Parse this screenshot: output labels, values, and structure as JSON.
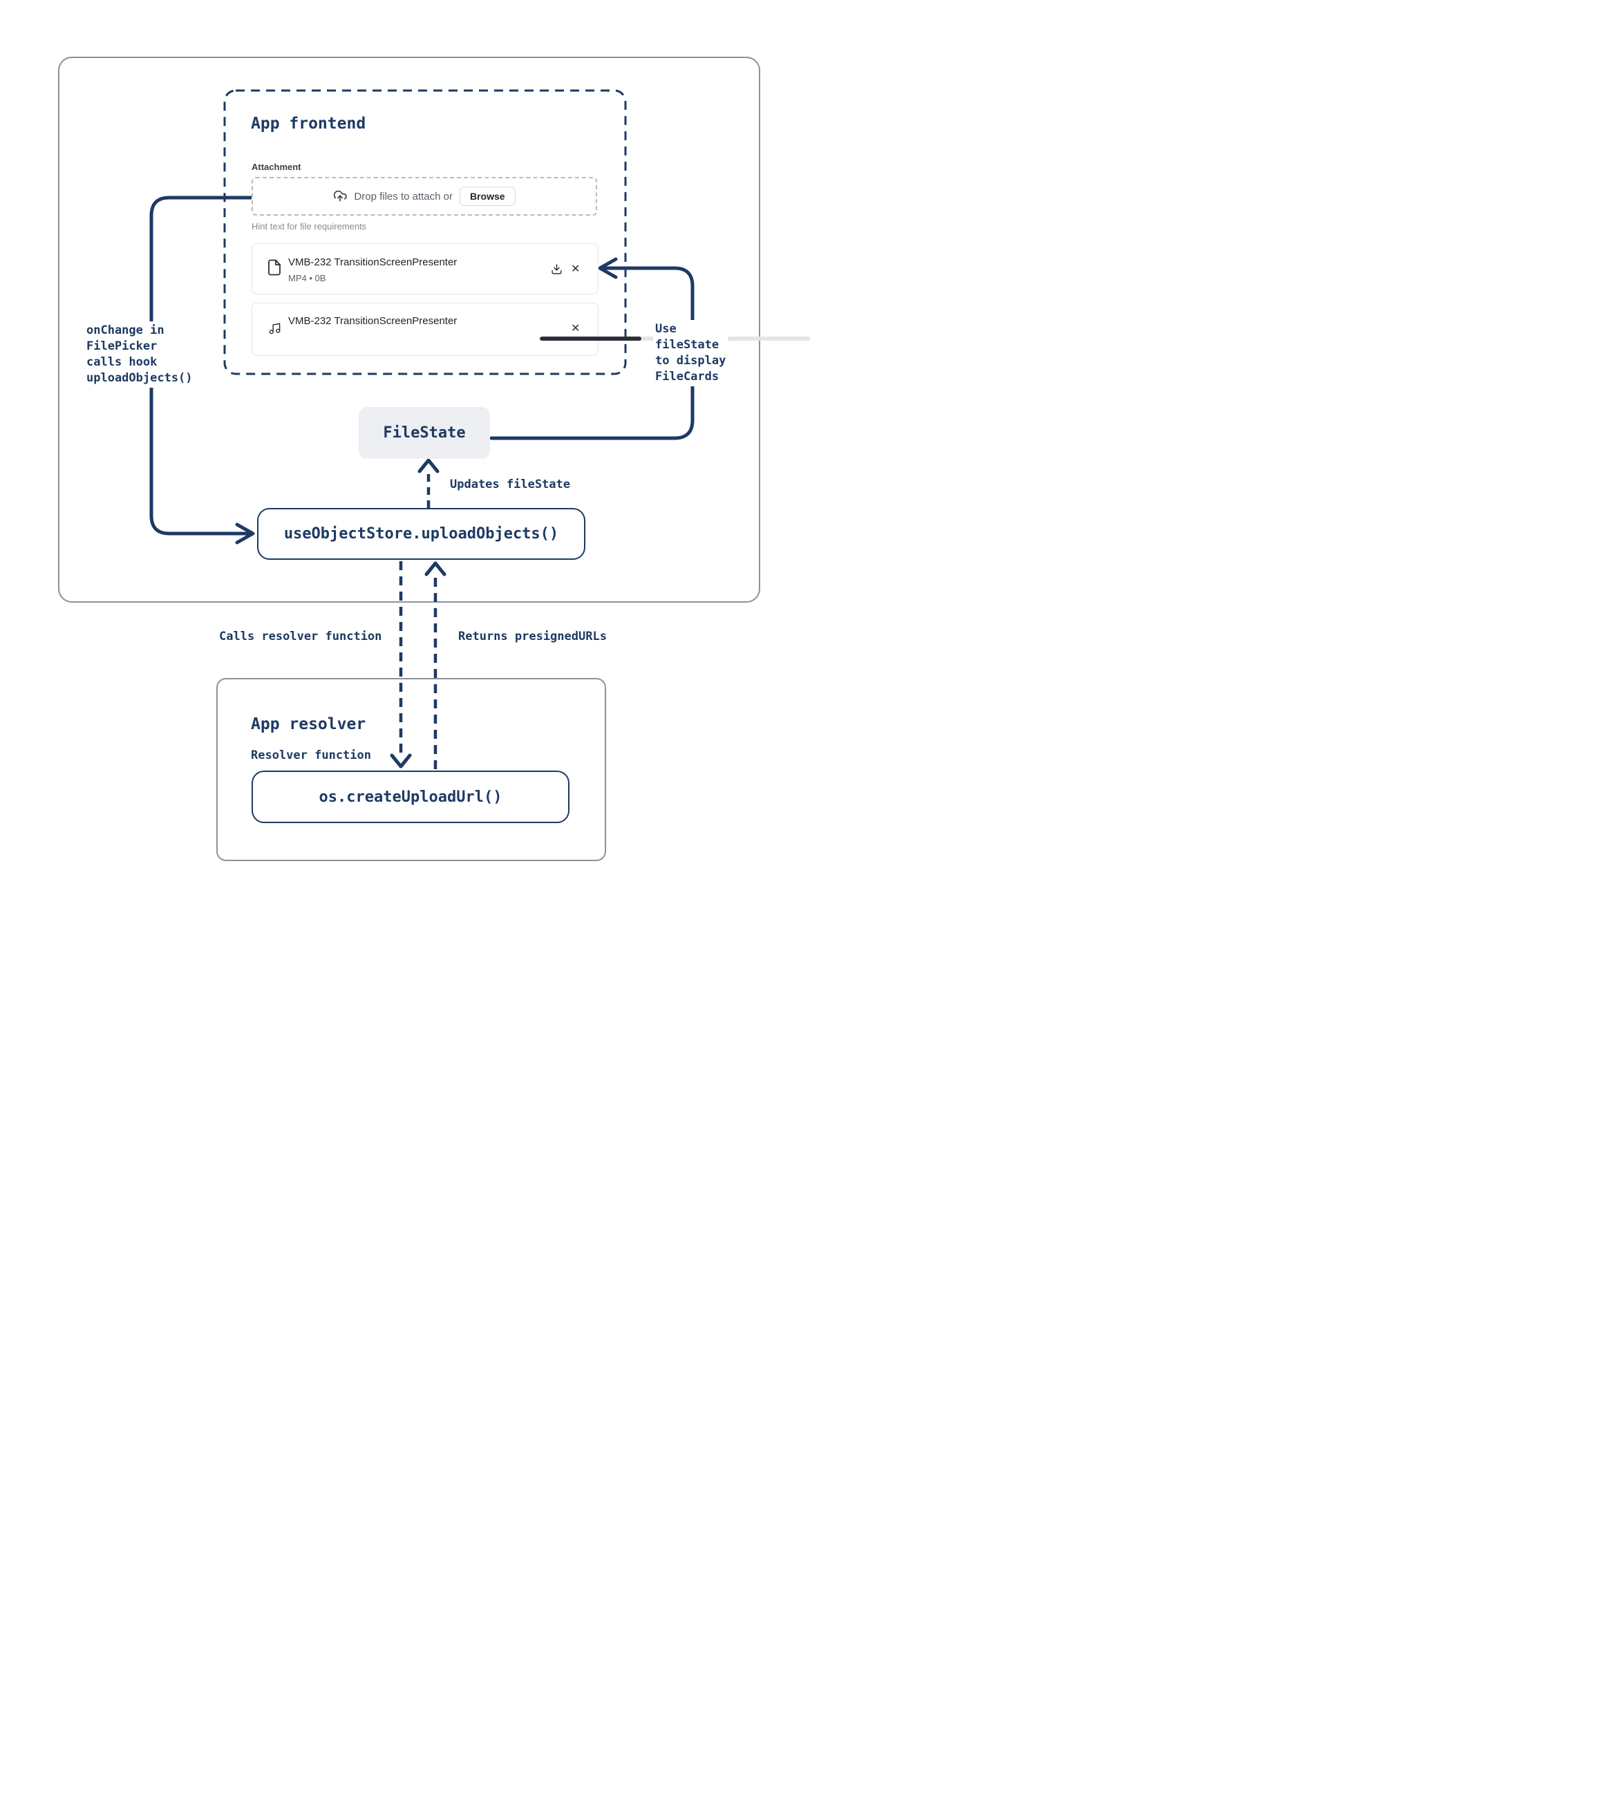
{
  "colors": {
    "navy": "#1d3a63",
    "frame_gray": "#8b919c",
    "card_border": "#e3e5e9",
    "state_box_bg": "#edeff2",
    "progress_fill": "#2b2f36",
    "progress_track": "#e3e5e8"
  },
  "frontend": {
    "title": "App frontend",
    "attachment_label": "Attachment",
    "dropzone": {
      "icon": "upload-cloud-icon",
      "text": "Drop files to attach or",
      "browse_label": "Browse"
    },
    "hint": "Hint text for file requirements",
    "files": [
      {
        "icon": "file-icon",
        "name": "VMB-232 TransitionScreenPresenter",
        "meta": "MP4 • 0B",
        "actions": [
          "download",
          "close"
        ]
      },
      {
        "icon": "music-icon",
        "name": "VMB-232 TransitionScreenPresenter",
        "progress": 37,
        "actions": [
          "close"
        ]
      }
    ]
  },
  "state_box": {
    "label": "FileState"
  },
  "hook_box": {
    "label": "useObjectStore.uploadObjects()"
  },
  "resolver": {
    "title": "App resolver",
    "function_label": "Resolver function",
    "box_label": "os.createUploadUrl()"
  },
  "annotations": {
    "onchange": "onChange in\nFilePicker\ncalls hook\nuploadObjects()",
    "use_filestate": "Use\nfileState\nto display\nFileCards",
    "updates": "Updates fileState",
    "calls": "Calls resolver function",
    "returns": "Returns presignedURLs"
  }
}
